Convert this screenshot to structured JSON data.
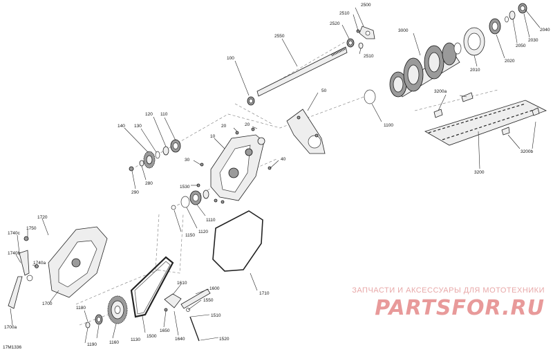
{
  "drawing_code": "17M1336",
  "watermark": {
    "caption": "ЗАПЧАСТИ И АКСЕССУАРЫ ДЛЯ МОТОТЕХНИКИ",
    "logo": "PARTSFOR.RU"
  },
  "callouts": {
    "c10": "10",
    "c20a": "20",
    "c20b": "20",
    "c30": "30",
    "c40": "40",
    "c50": "50",
    "c100": "100",
    "c110": "110",
    "c120": "120",
    "c130": "130",
    "c140": "140",
    "c280": "280",
    "c290": "290",
    "c1100": "1100",
    "c1110": "1110",
    "c1120": "1120",
    "c1130": "1130",
    "c1150": "1150",
    "c1160": "1160",
    "c1180": "1180",
    "c1190": "1190",
    "c1500": "1500",
    "c1510": "1510",
    "c1520": "1520",
    "c1530": "1530",
    "c1550": "1550",
    "c1600": "1600",
    "c1610": "1610",
    "c1640": "1640",
    "c1650": "1650",
    "c1700": "1700",
    "c1700a": "1700a",
    "c1710": "1710",
    "c1720": "1720",
    "c1740a": "1740a",
    "c1740b": "1740b",
    "c1740c": "1740c",
    "c1750": "1750",
    "c2010": "2010",
    "c2020": "2020",
    "c2030": "2030",
    "c2040": "2040",
    "c2050": "2050",
    "c2500": "2500",
    "c2510a": "2510",
    "c2510b": "2510",
    "c2520": "2520",
    "c2550": "2550",
    "c3000": "3000",
    "c3200": "3200",
    "c3200a": "3200a",
    "c3200b": "3200b"
  }
}
